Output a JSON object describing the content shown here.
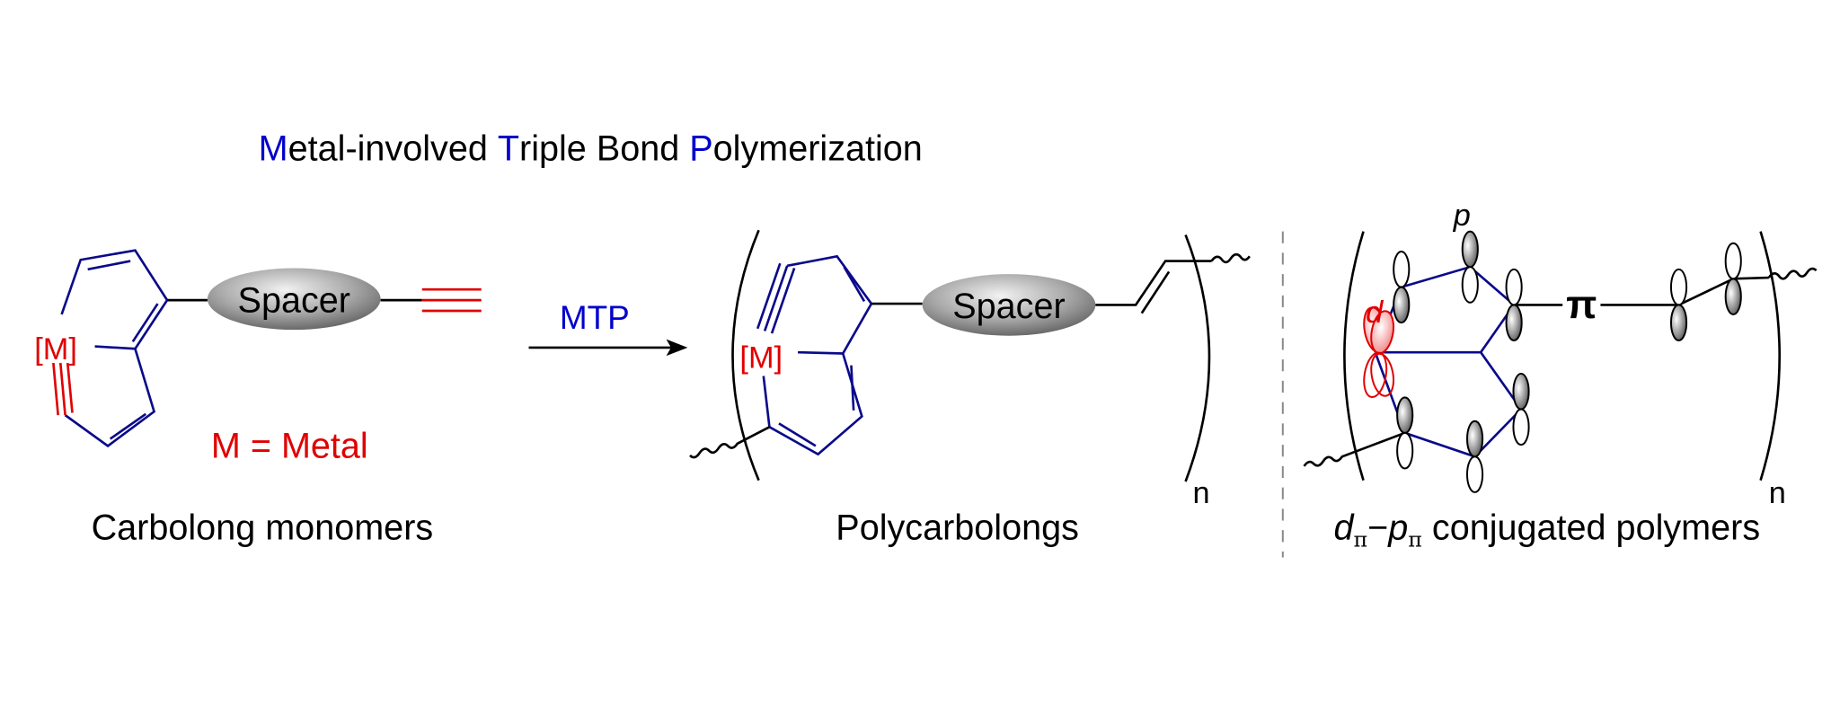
{
  "title": {
    "parts": [
      "M",
      "etal-involved ",
      "T",
      "riple Bond ",
      "P",
      "olymerization"
    ]
  },
  "monomer": {
    "metal_label": "[M]",
    "spacer_label": "Spacer",
    "legend": "M = Metal",
    "caption": "Carbolong monomers"
  },
  "reaction": {
    "arrow_label": "MTP"
  },
  "polymer": {
    "metal_label": "[M]",
    "spacer_label": "Spacer",
    "repeat_label": "n",
    "caption": "Polycarbolongs"
  },
  "conjugated": {
    "d_label": "d",
    "p_label": "p",
    "pi_label": "π",
    "repeat_label": "n",
    "caption": {
      "d": "d",
      "sub1": "π",
      "dash": "−",
      "p": "p",
      "sub2": "π",
      "rest": " conjugated polymers"
    }
  },
  "colors": {
    "accent_blue": "#0000cc",
    "metal_red": "#e00000",
    "bond_blue": "#0a0a8a"
  }
}
